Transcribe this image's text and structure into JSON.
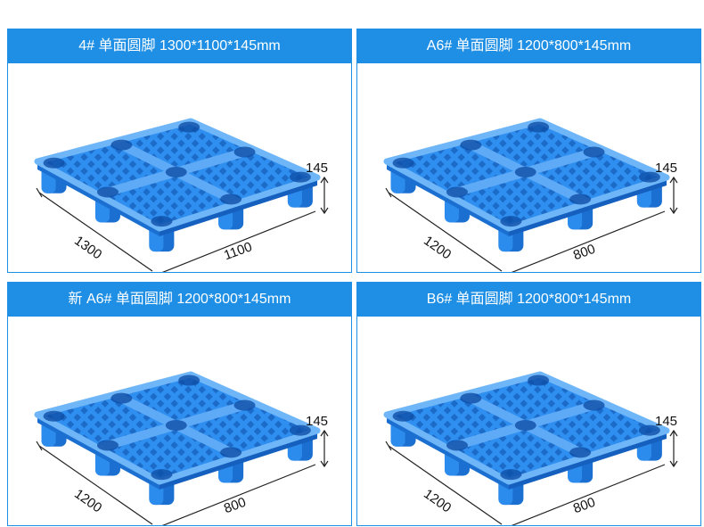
{
  "panels": [
    {
      "title": "4# 单面圆脚 1300*1100*145mm",
      "height_label": "145",
      "length_label": "1300",
      "width_label": "1100"
    },
    {
      "title": "A6# 单面圆脚 1200*800*145mm",
      "height_label": "145",
      "length_label": "1200",
      "width_label": "800"
    },
    {
      "title": "新 A6# 单面圆脚 1200*800*145mm",
      "height_label": "145",
      "length_label": "1200",
      "width_label": "800"
    },
    {
      "title": "B6# 单面圆脚 1200*800*145mm",
      "height_label": "145",
      "length_label": "1200",
      "width_label": "800"
    }
  ],
  "colors": {
    "accent": "#1e8fe4",
    "pallet": "#2f8ff0",
    "pallet_dark": "#1a6fd0",
    "pallet_light": "#5eaaf6"
  }
}
